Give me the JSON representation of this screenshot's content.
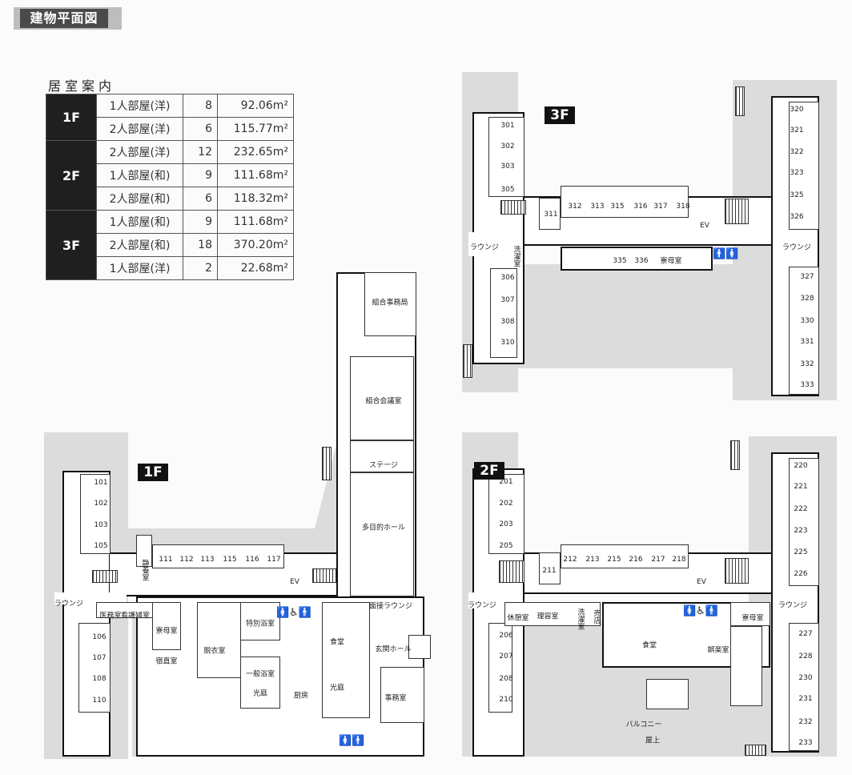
{
  "title": "建物平面図",
  "rooms_table": {
    "caption": "居室案内",
    "rows": [
      {
        "floor": "1F",
        "type": "1人部屋(洋)",
        "count": "8",
        "area": "92.06m²"
      },
      {
        "floor": "",
        "type": "2人部屋(洋)",
        "count": "6",
        "area": "115.77m²"
      },
      {
        "floor": "2F",
        "type": "2人部屋(洋)",
        "count": "12",
        "area": "232.65m²"
      },
      {
        "floor": "",
        "type": "1人部屋(和)",
        "count": "9",
        "area": "111.68m²"
      },
      {
        "floor": "",
        "type": "2人部屋(和)",
        "count": "6",
        "area": "118.32m²"
      },
      {
        "floor": "3F",
        "type": "1人部屋(和)",
        "count": "9",
        "area": "111.68m²"
      },
      {
        "floor": "",
        "type": "2人部屋(和)",
        "count": "18",
        "area": "370.20m²"
      },
      {
        "floor": "",
        "type": "1人部屋(洋)",
        "count": "2",
        "area": "22.68m²"
      }
    ]
  },
  "floor1": {
    "badge": "1F",
    "rooms": [
      "101",
      "102",
      "103",
      "105",
      "111",
      "112",
      "113",
      "115",
      "116",
      "117",
      "106",
      "107",
      "108",
      "110"
    ],
    "areas": [
      "静養室",
      "EV",
      "ラウンジ",
      "医務室",
      "看護婦室",
      "寮母室",
      "宿直室",
      "脱衣室",
      "特別浴室",
      "一般浴室",
      "光庭",
      "厨房",
      "食堂",
      "光庭",
      "玄関ホール",
      "事務室",
      "面接ラウンジ",
      "組合事務局",
      "組合会議室",
      "ステージ",
      "多目的ホール"
    ]
  },
  "floor2": {
    "badge": "2F",
    "rooms": [
      "201",
      "202",
      "203",
      "205",
      "211",
      "212",
      "213",
      "215",
      "216",
      "217",
      "218",
      "206",
      "207",
      "208",
      "210",
      "220",
      "221",
      "222",
      "223",
      "225",
      "226",
      "227",
      "228",
      "230",
      "231",
      "232",
      "233"
    ],
    "areas": [
      "EV",
      "ラウンジ",
      "ラウンジ",
      "休憩室",
      "理容室",
      "洗濯室",
      "売店",
      "食堂",
      "娯楽室",
      "寮母室",
      "バルコニー",
      "屋上"
    ]
  },
  "floor3": {
    "badge": "3F",
    "rooms": [
      "301",
      "302",
      "303",
      "305",
      "311",
      "312",
      "313",
      "315",
      "316",
      "317",
      "318",
      "306",
      "307",
      "308",
      "310",
      "320",
      "321",
      "322",
      "323",
      "325",
      "326",
      "327",
      "328",
      "330",
      "331",
      "332",
      "333",
      "335",
      "336"
    ],
    "areas": [
      "EV",
      "ラウンジ",
      "ラウンジ",
      "洗濯室",
      "寮母室"
    ]
  }
}
